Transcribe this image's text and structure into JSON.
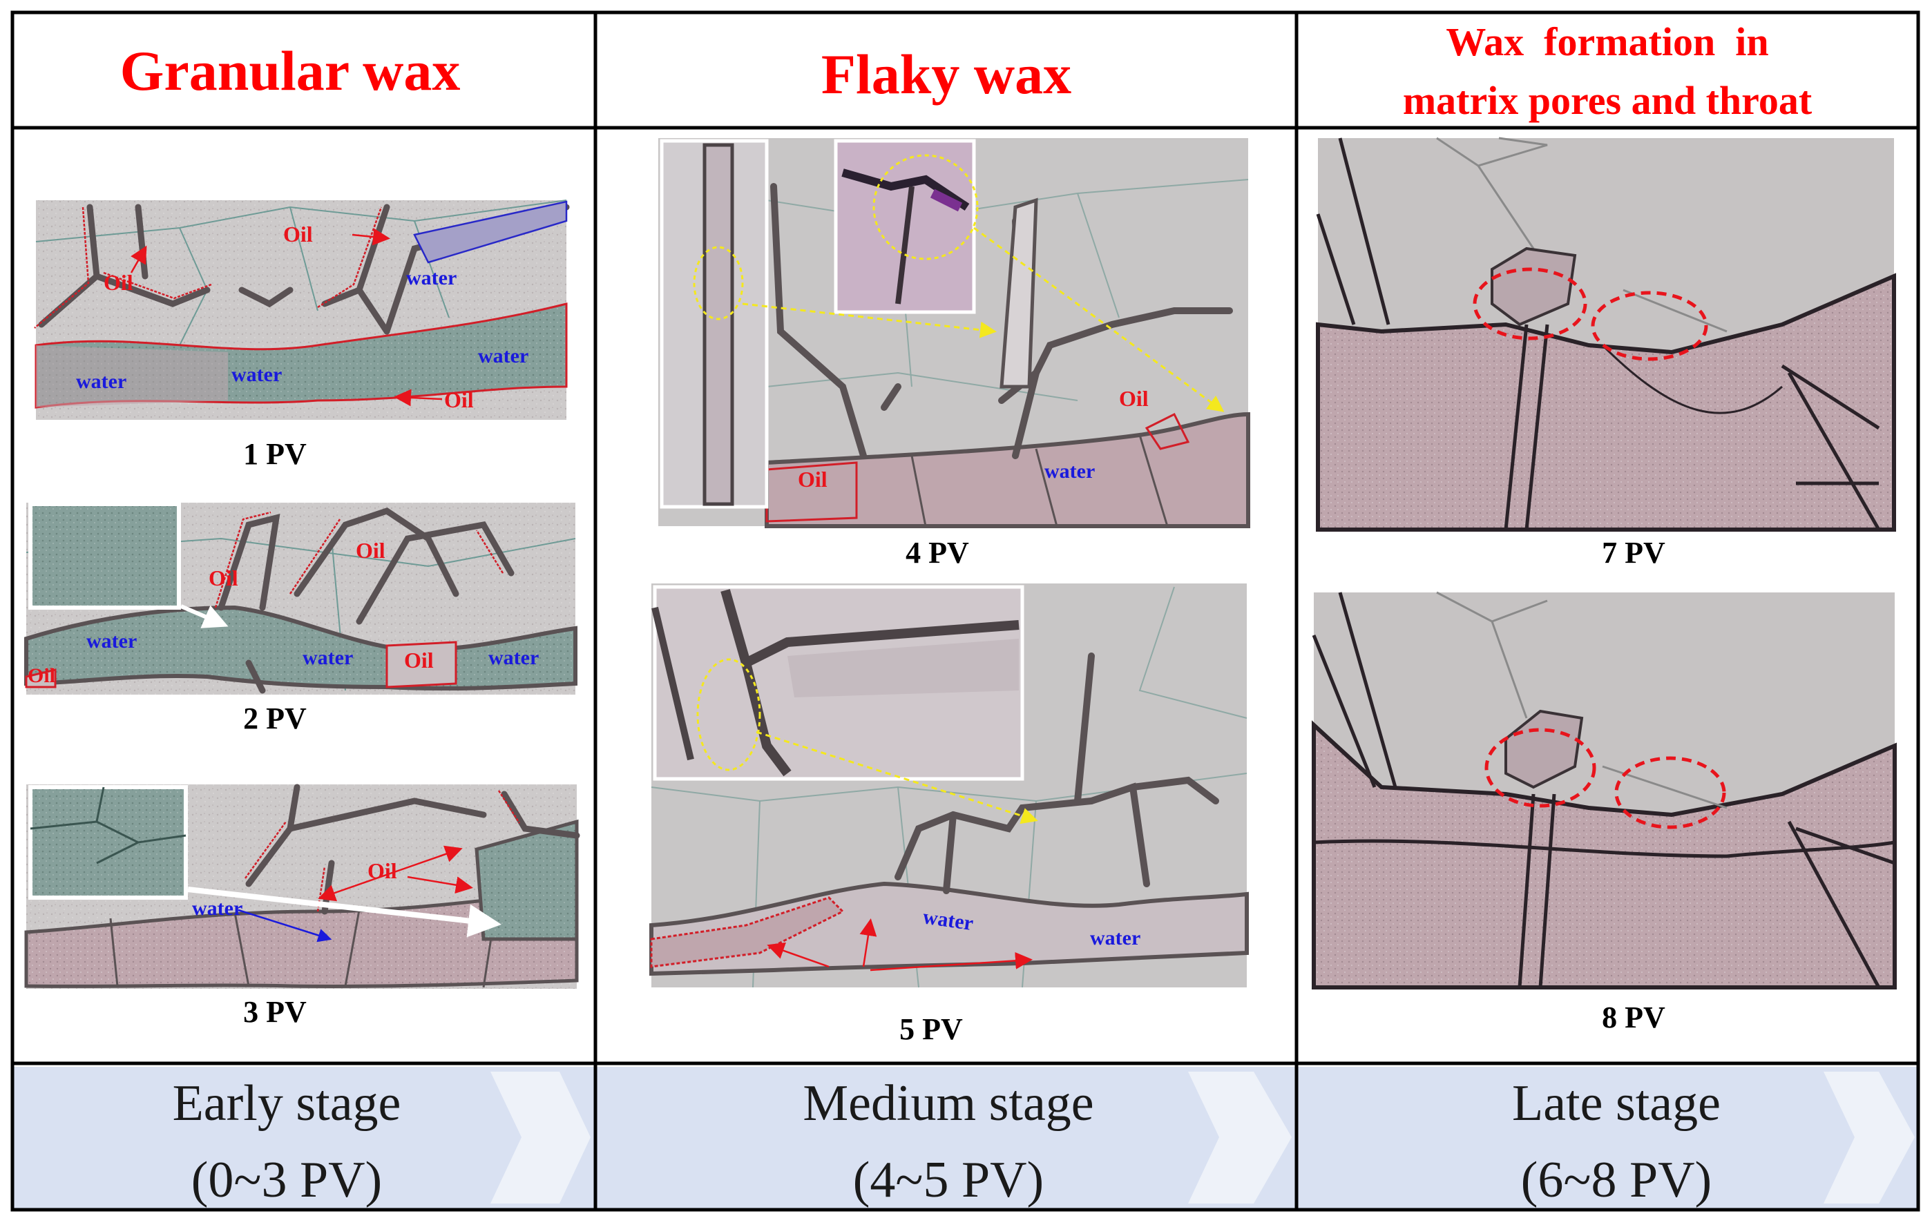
{
  "columns": [
    {
      "header": [
        "Granular wax"
      ],
      "stage": [
        "Early stage",
        "(0~3 PV)"
      ],
      "panels": [
        {
          "label": "1 PV",
          "annotations": [
            "Oil",
            "Oil",
            "water",
            "water",
            "water",
            "water",
            "Oil"
          ]
        },
        {
          "label": "2 PV",
          "annotations": [
            "Oil",
            "Oil",
            "water",
            "water",
            "Oil",
            "water",
            "Oil"
          ]
        },
        {
          "label": "3 PV",
          "annotations": [
            "water",
            "Oil"
          ]
        }
      ]
    },
    {
      "header": [
        "Flaky wax"
      ],
      "stage": [
        "Medium stage",
        "(4~5 PV)"
      ],
      "panels": [
        {
          "label": "4 PV",
          "annotations": [
            "Oil",
            "Oil",
            "water"
          ]
        },
        {
          "label": "5 PV",
          "annotations": [
            "water",
            "water"
          ]
        }
      ]
    },
    {
      "header": [
        "Wax  formation  in",
        "matrix pores and throat"
      ],
      "stage": [
        "Late stage",
        "(6~8 PV)"
      ],
      "panels": [
        {
          "label": "7 PV",
          "annotations": []
        },
        {
          "label": "8 PV",
          "annotations": []
        }
      ]
    }
  ],
  "colors": {
    "header_text": "#ff0000",
    "annotation_oil": "#e8141c",
    "annotation_water": "#1a1adc",
    "stage_band": "#d9e1f2",
    "chevron": "#eef2f9",
    "grid_line": "#000000",
    "micrograph_bg": "#c8c6c6",
    "oil_outline": "#d21e28",
    "water_fill": "#6e8a84",
    "guide_arrow": "#f4e81e"
  }
}
